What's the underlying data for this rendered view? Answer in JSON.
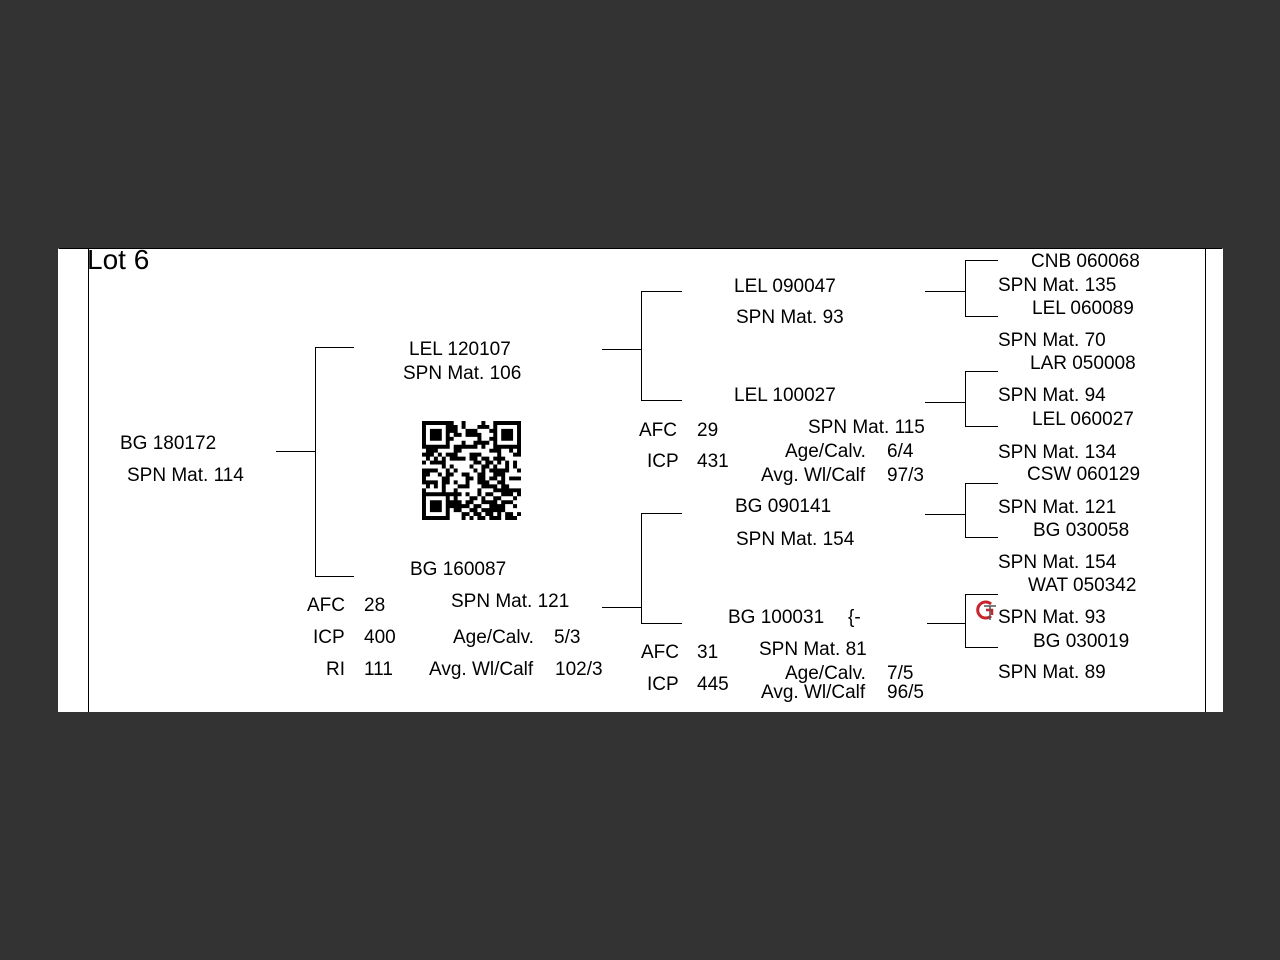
{
  "lot_title": "Lot 6",
  "subject": {
    "reg": "BG  180172",
    "spn": "SPN Mat. 114"
  },
  "sire": {
    "reg": "LEL 120107",
    "spn": "SPN Mat. 106"
  },
  "dam": {
    "reg": "BG  160087",
    "spn": "SPN Mat. 121",
    "afc_label": "AFC",
    "afc": "28",
    "icp_label": "ICP",
    "icp": "400",
    "ri_label": "RI",
    "ri": "111",
    "age_label": "Age/Calv.",
    "age": "5/3",
    "wl_label": "Avg. Wl/Calf",
    "wl": "102/3"
  },
  "sire_sire": {
    "reg": "LEL 090047",
    "spn": "SPN Mat. 93"
  },
  "sire_dam": {
    "reg": "LEL 100027",
    "spn": "SPN Mat. 115",
    "afc_label": "AFC",
    "afc": "29",
    "icp_label": "ICP",
    "icp": "431",
    "age_label": "Age/Calv.",
    "age": "6/4",
    "wl_label": "Avg. Wl/Calf",
    "wl": "97/3"
  },
  "dam_sire": {
    "reg": "BG  090141",
    "spn": "SPN Mat. 154"
  },
  "dam_dam": {
    "reg": "BG  100031",
    "mark": "{-",
    "spn": "SPN Mat. 81",
    "afc_label": "AFC",
    "afc": "31",
    "icp_label": "ICP",
    "icp": "445",
    "age_label": "Age/Calv.",
    "age": "7/5",
    "wl_label": "Avg. Wl/Calf",
    "wl": "96/5"
  },
  "gen3": [
    {
      "reg": "CNB 060068",
      "spn": "SPN Mat. 135"
    },
    {
      "reg": "LEL 060089",
      "spn": "SPN Mat. 70"
    },
    {
      "reg": "LAR 050008",
      "spn": "SPN Mat. 94"
    },
    {
      "reg": "LEL 060027",
      "spn": "SPN Mat. 134"
    },
    {
      "reg": "CSW 060129",
      "spn": "SPN Mat. 121"
    },
    {
      "reg": "BG  030058",
      "spn": "SPN Mat. 154"
    },
    {
      "reg": "WAT 050342",
      "spn": "SPN Mat. 93"
    },
    {
      "reg": "BG  030019",
      "spn": "SPN Mat. 89"
    }
  ],
  "qr_icon": "qr-code",
  "logo_icon": "gt-logo",
  "colors": {
    "background": "#333333",
    "sheet": "#ffffff",
    "logo_red": "#c8242b"
  }
}
